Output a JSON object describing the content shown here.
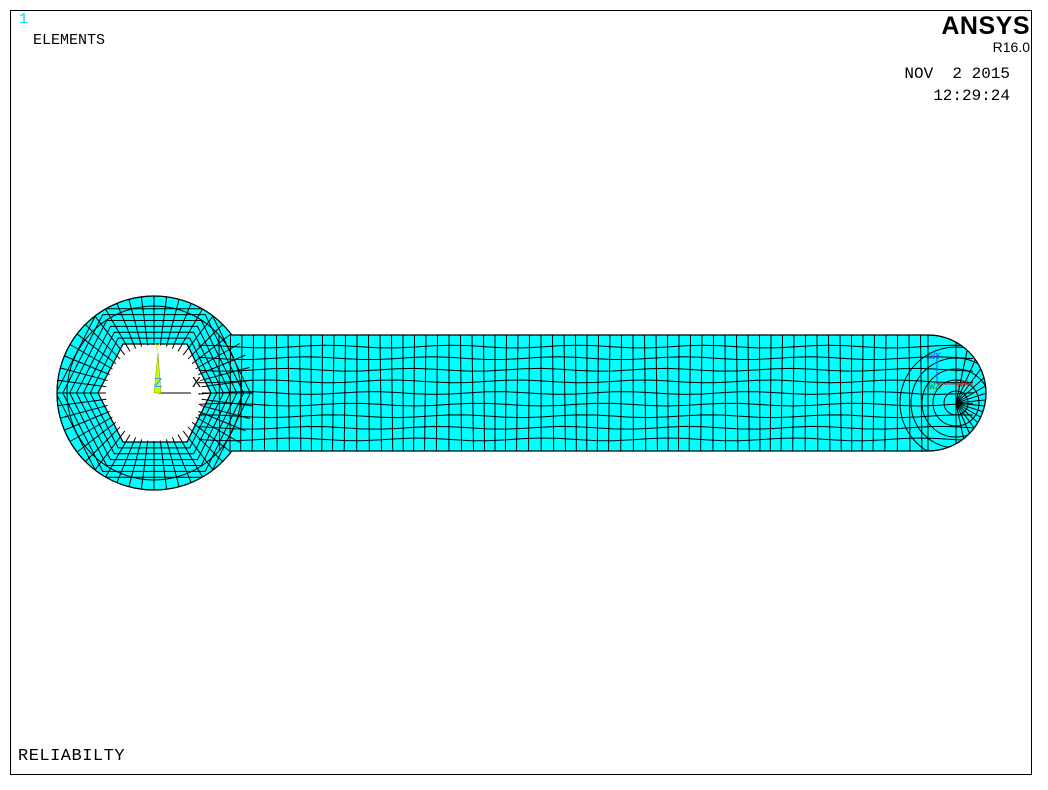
{
  "window": {
    "number": "1",
    "plot_label": "ELEMENTS"
  },
  "brand": {
    "name": "ANSYS",
    "release": "R16.0"
  },
  "timestamp": {
    "date": "NOV  2 2015",
    "time": "12:29:24"
  },
  "title": "RELIABILTY",
  "triad": {
    "x_label": "X",
    "y_label": "Y",
    "z_label": "Z"
  },
  "cs_marker": {
    "wy": "WY",
    "wz": "WZ",
    "wx": "WX"
  },
  "colors": {
    "background": "#ffffff",
    "mesh_fill": "#00ffff",
    "mesh_lines": "#000000",
    "window_number": "#00e0e0",
    "triad_axis": "#c8ff00"
  }
}
